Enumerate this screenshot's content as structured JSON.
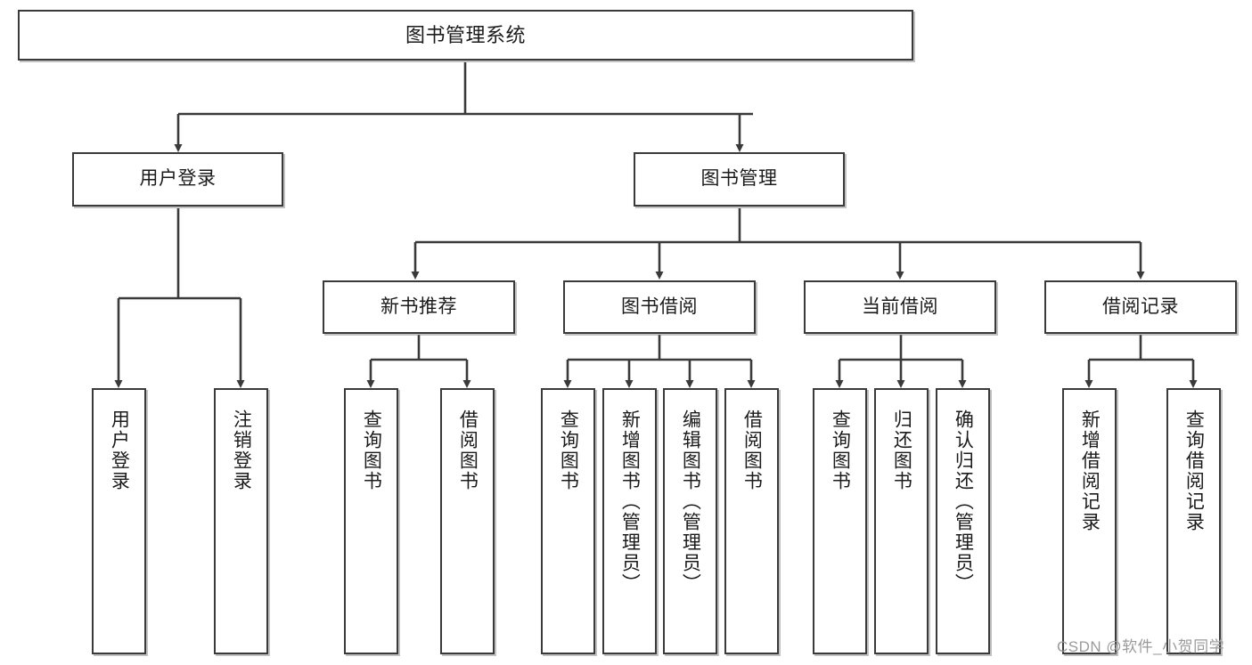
{
  "diagram": {
    "title": "图书管理系统",
    "type": "tree-hierarchy-chart",
    "root": {
      "label": "图书管理系统"
    },
    "level2": [
      {
        "label": "用户登录"
      },
      {
        "label": "图书管理"
      }
    ],
    "level3": [
      {
        "label": "新书推荐"
      },
      {
        "label": "图书借阅"
      },
      {
        "label": "当前借阅"
      },
      {
        "label": "借阅记录"
      }
    ],
    "leaves": {
      "user_login": [
        {
          "label": "用户登录"
        },
        {
          "label": "注销登录"
        }
      ],
      "new_book_recommend": [
        {
          "label": "查询图书"
        },
        {
          "label": "借阅图书"
        }
      ],
      "book_borrow": [
        {
          "label": "查询图书"
        },
        {
          "label": "新增图书（管理员）"
        },
        {
          "label": "编辑图书（管理员）"
        },
        {
          "label": "借阅图书"
        }
      ],
      "current_borrow": [
        {
          "label": "查询图书"
        },
        {
          "label": "归还图书"
        },
        {
          "label": "确认归还（管理员）"
        }
      ],
      "borrow_record": [
        {
          "label": "新增借阅记录"
        },
        {
          "label": "查询借阅记录"
        }
      ]
    }
  },
  "watermark": {
    "text": "CSDN @软件_小贺同学"
  },
  "colors": {
    "background": "#ffffff",
    "box_border": "#3a3a3a",
    "text": "#1b1b1b",
    "connector": "#3a3a3a",
    "watermark": "#9a9a9a"
  }
}
